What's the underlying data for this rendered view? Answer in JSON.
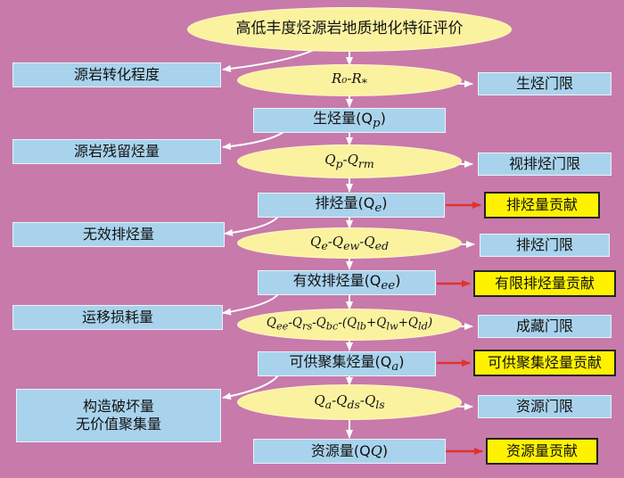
{
  "colors": {
    "background": "#c87aab",
    "box_fill": "#a9d3ec",
    "ellipse_fill": "#fbf2a0",
    "highlight_fill": "#fff200",
    "arrow_white": "#ffffff",
    "arrow_red": "#e0322e"
  },
  "title": "高低丰度烃源岩地质地化特征评价",
  "center": {
    "f1": "R₀-R",
    "f1_sub": "*",
    "b1": "生烃量(Q",
    "b1_sub": "p",
    "f2": "Q",
    "f2_a": "p",
    "f2_mid": "-Q",
    "f2_b": "rm",
    "b2": "排烃量(Q",
    "b2_sub": "e",
    "f3": "Q",
    "f3_a": "e",
    "f3_mid1": "-Q",
    "f3_b": "ew",
    "f3_mid2": "-Q",
    "f3_c": "ed",
    "b3": "有效排烃量(Q",
    "b3_sub": "ee",
    "f4": "Q",
    "f4_a": "ee",
    "f4_m1": "-Q",
    "f4_b": "rs",
    "f4_m2": "-Q",
    "f4_c": "bc",
    "f4_m3": "-(Q",
    "f4_d": "lb",
    "f4_m4": "+Q",
    "f4_e": "lw",
    "f4_m5": "+Q",
    "f4_f": "ld",
    "f4_end": ")",
    "b4": "可供聚集烃量(Q",
    "b4_sub": "a",
    "f5": "Q",
    "f5_a": "a",
    "f5_m1": "-Q",
    "f5_b": "ds",
    "f5_m2": "-Q",
    "f5_c": "ls",
    "b5": "资源量(Q",
    "close": ")"
  },
  "left": {
    "l1": "源岩转化程度",
    "l2": "源岩残留烃量",
    "l3": "无效排烃量",
    "l4": "运移损耗量",
    "l5_line1": "构造破坏量",
    "l5_line2": "无价值聚集量"
  },
  "right": {
    "r1": "生烃门限",
    "r2": "视排烃门限",
    "r3": "排烃门限",
    "r4": "成藏门限",
    "r5": "资源门限"
  },
  "contrib": {
    "c1": "排烃量贡献",
    "c2": "有限排烃量贡献",
    "c3": "可供聚集烃量贡献",
    "c4": "资源量贡献"
  }
}
